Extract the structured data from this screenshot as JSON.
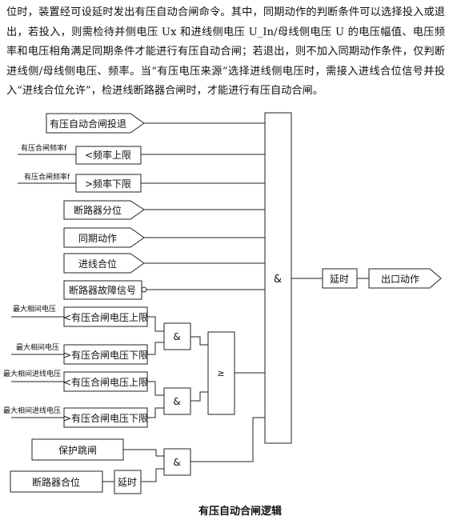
{
  "paragraph": "位时，装置经可设延时发出有压自动合闸命令。其中，同期动作的判断条件可以选择投入或退出，若投入，则需检待并侧电压 Ux 和进线侧电压 U_In/母线侧电压 U 的电压幅值、电压频率和电压相角满足同期条件才能进行有压自动合闸；若退出，则不加入同期动作条件，仅判断进线侧/母线侧电压、频率。当“有压电压来源”选择进线侧电压时，需接入进线合位信号并投入“进线合位允许”，检进线断路器合闸时，才能进行有压自动合闸。",
  "inputs": {
    "auto_close": "有压自动合闸投退",
    "freq_label": "有压合闸频率f",
    "freq_upper": "<频率上限",
    "freq_label2": "有压合闸频率f",
    "freq_lower": ">频率下限",
    "breaker_open": "断路器分位",
    "sync_action": "同期动作",
    "incoming_closed": "进线合位",
    "breaker_fault": "断路器故障信号",
    "max_phase_v1": "最大相间电压",
    "v_upper1": "<有压合闸电压上限",
    "max_phase_v2": "最大相间电压",
    "v_lower1": ">有压合闸电压下限",
    "max_inc_v1": "最大相间进线电压",
    "v_upper2": "<有压合闸电压上限",
    "max_inc_v2": "最大相间进线电压",
    "v_lower2": ">有压合闸电压下限",
    "protect_trip": "保护跳闸",
    "breaker_closed": "断路器合位",
    "delay_small": "延时"
  },
  "gates": {
    "and_main": "&",
    "and_1": "&",
    "and_2": "&",
    "or_1": "≥",
    "and_3": "&"
  },
  "outputs": {
    "delay": "延时",
    "action": "出口动作"
  },
  "caption": "有压自动合闸逻辑"
}
